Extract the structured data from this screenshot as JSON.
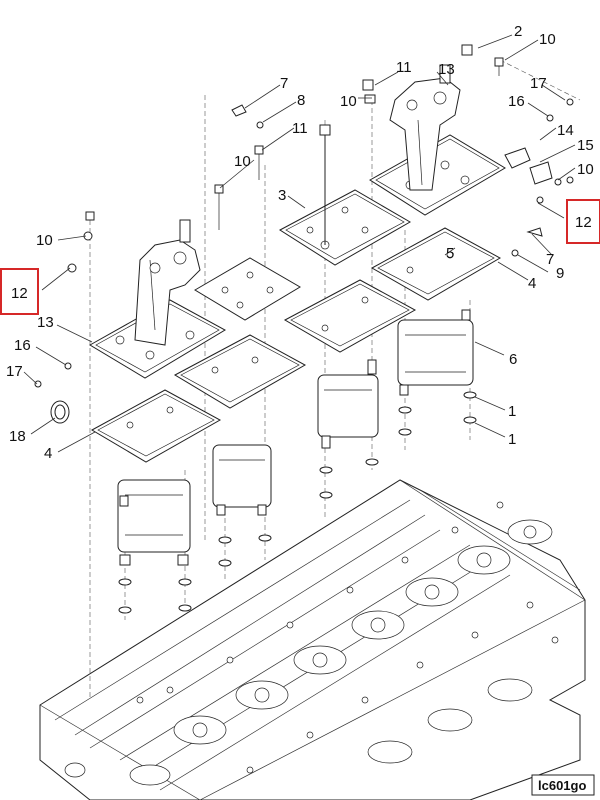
{
  "highlight_color": "#d62828",
  "figure_code": "lc601go",
  "callouts": {
    "c2": "2",
    "c10_top": "10",
    "c11_top": "11",
    "c13_top": "13",
    "c7_top": "7",
    "c8": "8",
    "c10_mid": "10",
    "c17_right": "17",
    "c16_right": "16",
    "c11_mid": "11",
    "c14": "14",
    "c10_left_mid": "10",
    "c15": "15",
    "c10_right": "10",
    "c3": "3",
    "c12_right": "12",
    "c10_left": "10",
    "c5": "5",
    "c7_right": "7",
    "c9": "9",
    "c12_left": "12",
    "c4_right": "4",
    "c13_left": "13",
    "c6": "6",
    "c16_left": "16",
    "c17_left": "17",
    "c1_a": "1",
    "c18": "18",
    "c1_b": "1",
    "c4_left": "4"
  }
}
